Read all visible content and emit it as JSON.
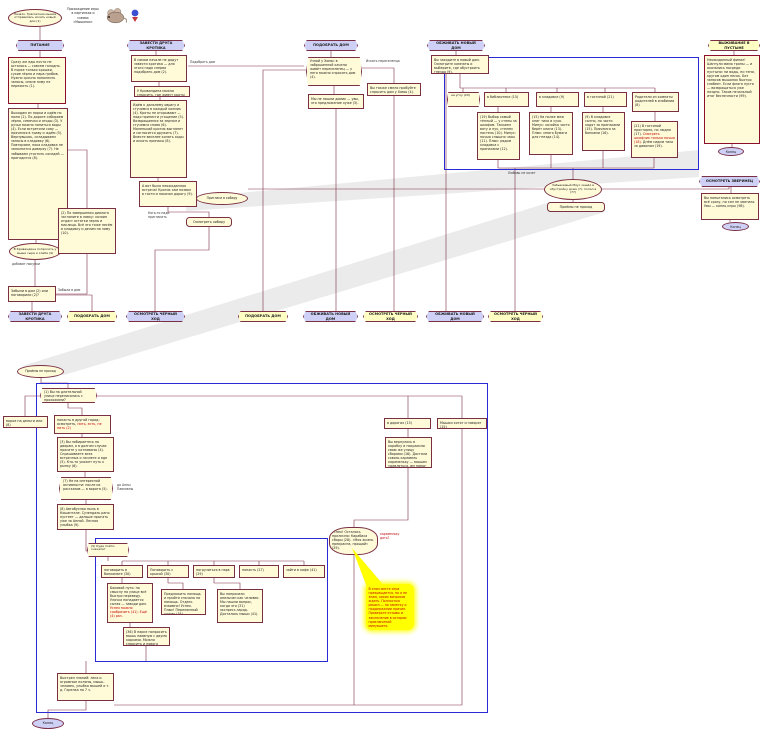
{
  "meta": {
    "start": "Начало. Трёхлетняя мышка отправилась искать новый дом (1)",
    "legend1": "Прохождение игры",
    "legend2": "в картинках и схемах",
    "legend3": "«Мышонок»"
  },
  "top": {
    "headers": {
      "h1": "ПИТАНИЕ",
      "h2": "ЗАВЕСТИ ДРУГА КРОТИКА",
      "h3": "ПОДОБРАТЬ ДОМ",
      "h4": "ОБЖИВАТЬ НОВЫЙ ДОМ",
      "h5": "ВЫЖИВАНИЕ В ПУСТЫНЕ"
    },
    "nodes": {
      "c1_red": "Сразу же еды почти не осталось — совсем голодно. В норке только крошки, сухие зёрна и пара грибов. Нужно срочно пополнить запасы, иначе зиму не пережить (1).",
      "c1_main": "Выходим из норки и идём по полю (2). По дороге собираем зёрна, семечки и ягоды (3). У ручья можно напиться воды (4). Если встретили сову — прячемся в траву и ждём (5). Вернувшись, складываем запасы в кладовку (6). Повторяем, пока кладовка не заполнится доверху (7). Не забываем угостить соседей — пригодится (8).",
      "c1_oval": "В Кривандине попросить у мыши сыра и хлеба (9)",
      "c1_note": "добавит покупки",
      "c1_box2": "(2) По завершении диалога загляните в лавку: хозяин отдаст остатки зерна и маслица. Всё это тоже несём в кладовку и делим на зиму (10).",
      "c1_q": "Забыли в дом (2) или поговорили (2)?",
      "c1_lbl": "Забыли в дом",
      "c2_box1": "В самом начале не дадут завести кротика — для этого надо сперва подобрать дом (2).",
      "c2_lbl1": "Подобрать дом",
      "c2_box2": "У Кривандина можно спросить, где живут кроты (3).",
      "c2_main": "Идём к дальнему оврагу и стучимся в каждый холмик (4). Кроты не открывают — надо принести угощение (5). Возвращаемся за зерном и стучимся снова (6). Маленький кротик выглянет и согласится дружить (7). Вместе веселее копать ходы и искать припасы (8).",
      "c2_box3": "А вот была неожиданная встреча! Кротик сам позвал в гости и показал дорогу (9).",
      "c2_oval": "Пригласи в хибару",
      "c2_lbl2": "Кого-то надо пригласить",
      "c2_btn": "Осмотреть хибару",
      "c3_dec": "Узнай у Хомы: в заброшенной качели живёт переселенец — у него можно спросить дом (4).",
      "c3_lbl": "Искать переселенца",
      "c3_box1": "Мы не нашли домик — увы, это предложение хуже (5).",
      "c3_box2": "Вы также смело пробуйте спросить дом у Хомы (4).",
      "c4_box1": "Вы заходите в новый дом. Осмотрите комнаты и выберите, где обустроить гнездо (9).",
      "c4_opt0": "на углу (20)",
      "c4_opt1": "в библиотеке (15)",
      "c4_opt2": "в кладовке (9)",
      "c4_opt3": "в гостиной (21)",
      "c4_opt4": "Родители из комнаты родителей в изобилии (8)",
      "c4_d1": "(19) Выбор самый тёплый — у стены за шкафом. Таскаем вату и пух, стелем постель (10). Минус: ночью слышно часы (11). Плюс: рядом кладовка с припасами (12).",
      "c4_d2": "(15) На полке меж книг тихо и сухо. Минус: хозяйка часто берёт книги (13). Плюс: много бумаги для гнезда (14).",
      "c4_d3": "(9) В кладовке сытно, но часто ходят за припасами (15). Прячемся за банками (16).",
      "c4_d4_a": "(21) В гостиной просторно, но людно (17).",
      "c4_d4_red": "Смотреть шкафчик только ночью (18).",
      "c4_d4_b": "Днём сидим тихо за диваном (19).",
      "c4_oval": "Забывчивый Мяус зашёл в обустройку дома (7): попал в (77)",
      "c4_lbl": "Любовь не хочет",
      "c4_btn": "Приёмы не проход",
      "r_red": "Неожиданный финал! Шагнули мимо тропы — и оказались посреди пустыни: ни воды, ни тени, кругом один песок. Без запасов мышонок быстро слабеет. Если фляга пуста — возвращаться уже поздно. Таков печальный итог беспечности (99).",
      "r_end1": "Конец",
      "r_hex2": "ОСМОТРЕТЬ ЗВЕРИНЕЦ",
      "r_box2": "Вы попытались осмотреть всё сразу, но сил не хватило. Увы — конец игры (98).",
      "r_end2": "Конец"
    },
    "bottom_hexes": {
      "bh1": "ЗАВЕСТИ ДРУГА КРОТИКА",
      "bh2": "ПОДОБРАТЬ ДОМ",
      "bh3": "ОСМОТРЕТЬ ЧЁРНЫЙ ХОД",
      "bh4": "ПОДОБРАТЬ ДОМ",
      "bh5": "ОБЖИВАТЬ НОВЫЙ ДОМ",
      "bh6": "ОСМОТРЕТЬ ЧЁРНЫЙ ХОД",
      "bh7": "ОБЖИВАТЬ НОВЫЙ ДОМ",
      "bh8": "ОСМОТРЕТЬ ЧЁРНЫЙ ХОД"
    }
  },
  "bottom": {
    "nodes": {
      "b_start": "Приёмы не проход",
      "b_dec1": "(1) Вы на длительной улице переписались с прохожими?",
      "b_left": "мороз на деньги или (8)",
      "b_box1_a": "попасть в другой город: осмотреть,",
      "b_box1_red": "пить, есть, не пить (2)",
      "b_box2": "(3) Вы побираетесь по дворам, а в долгом случае просите у котловины (4). Спрашиваете всех встречных о ночлеге и еде (5). Кто-то укажет путь к рынку (6).",
      "b_dec2": "(7) Не на интересной активности: после их рассказов — в ворота (5).",
      "b_lbl1": "до Анны Павловны",
      "b_box3": "(8) Автобусная пыль в Кошантале. Сузендаль рано пустеет — дальше прыгать уже за Анной. Лесная улыбка (9).",
      "b_dec3": "(9) Куда пойти сначала?",
      "ob0": "поговорить в банкомате (30)",
      "ob1": "Поговорить с крысой (30)",
      "ob2": "погрузиться в парк (29)",
      "ob3": "попасть (27)",
      "ob4": "зайти в кафе (41)",
      "db1_a": "Боковой путь: по смыслу на улице всё быстро переведу. Улочка попадается сытая — заводи дом.",
      "db1_red": "Успех можно сообразить (41). Ещё (4) раз.",
      "db2": "Предложить помощь и прийти сначала на помощь. Отдать взаимно! Успех. Плюс! Переломный штрих (34).",
      "db3": "Вы попросили апельсин как человек. Мы нашли вопрос, когда это (31) экспресс-заряд. Досталось мыши (41).",
      "db4": "(36) В парке попросить мышь наивную с двумя корками. Можно спросить и нового дать (41).",
      "rb_top1": "в дорогих (15)",
      "rb_top2": "Мышки хотят и говорят (15)",
      "rb_box1": "Вы вернулись в коробку и покрасили свою же улицу сборами (16). Достали сквозь карамель карамельку — мышам удивляться, им помог прямой язык (17).",
      "b_dec4": "Успех! Осталось прилично: Карабаса сборы (28). «Моя жизнь прекрасна, прощай» (29).",
      "b_lbl2": "карамельку дать?",
      "callout": "В этом месте игра прекращается, но я не знаю, каких вопросов ждать. Полностью решил — на заметку о поддержании причин. Проверьте отзывы и заключение в истории приключений минувшего.",
      "b_box_bottom": "Выстрел знаний: леса и огромные поляны, мышь-человек, улыбка мышей и т. д. Горелка на 7 ч.",
      "b_end": "Конец"
    }
  }
}
